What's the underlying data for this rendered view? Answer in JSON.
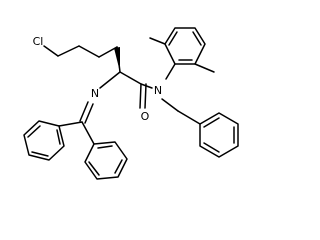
{
  "molecule": {
    "atoms": {
      "chlorine": "Cl",
      "imine_nitrogen": "N",
      "amide_nitrogen": "N",
      "carbonyl_oxygen": "O"
    }
  }
}
